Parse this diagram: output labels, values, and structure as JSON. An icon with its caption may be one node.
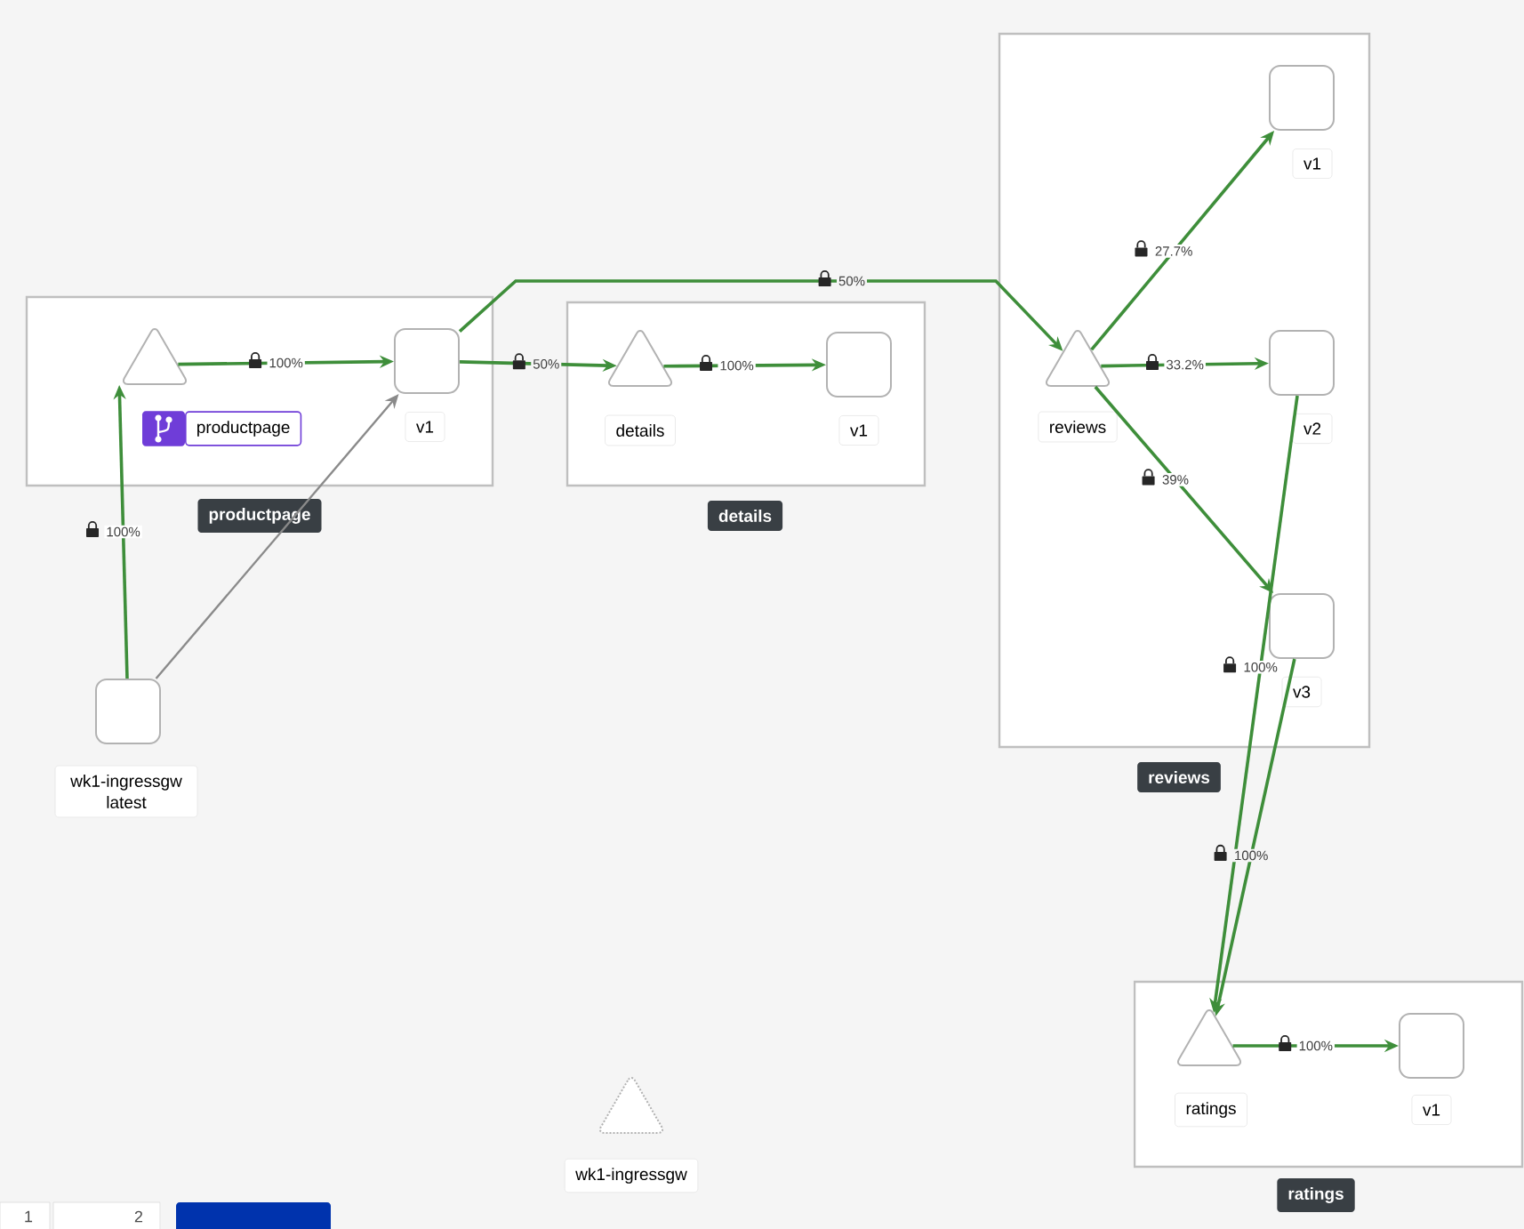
{
  "diagram": {
    "nodes": [
      {
        "text": [
          "productpage"
        ]
      },
      {
        "text": [
          "productpage"
        ],
        "in": 0
      },
      {
        "text": [
          "v1"
        ],
        "in": 0
      },
      {
        "text": [
          "details"
        ]
      },
      {
        "text": [
          "details"
        ],
        "in": 3
      },
      {
        "text": [
          "v1"
        ],
        "in": 3
      },
      {
        "text": [
          "reviews"
        ]
      },
      {
        "text": [
          "reviews"
        ],
        "in": 6
      },
      {
        "text": [
          "v1"
        ],
        "in": 6
      },
      {
        "text": [
          "v2"
        ],
        "in": 6
      },
      {
        "text": [
          "v3"
        ],
        "in": 6
      },
      {
        "text": [
          "wk1-ingressgw latest"
        ]
      },
      {
        "text": [
          "ratings"
        ]
      },
      {
        "text": [
          "ratings"
        ],
        "in": 12
      },
      {
        "text": [
          "v1"
        ],
        "in": 12
      },
      {
        "text": [
          "wk1-ingressgw"
        ]
      }
    ],
    "edges": [
      {
        "from": 11,
        "to": 1,
        "arrow": "to",
        "label": "100%"
      },
      {
        "from": 11,
        "to": 2,
        "arrow": "to",
        "color": "#8a8a8a"
      },
      {
        "from": 1,
        "to": 2,
        "arrow": "to",
        "label": "100%"
      },
      {
        "from": 2,
        "to": 4,
        "arrow": "to",
        "label": "50%"
      },
      {
        "from": 4,
        "to": 5,
        "arrow": "to",
        "label": "100%"
      },
      {
        "from": 2,
        "to": 7,
        "arrow": "to",
        "label": "50%"
      },
      {
        "from": 7,
        "to": 8,
        "arrow": "to",
        "label": "27.7%"
      },
      {
        "from": 7,
        "to": 9,
        "arrow": "to",
        "label": "33.2%"
      },
      {
        "from": 7,
        "to": 10,
        "arrow": "to",
        "label": "39%"
      },
      {
        "from": 9,
        "to": 13,
        "arrow": "to",
        "label": "100%"
      },
      {
        "from": 10,
        "to": 13,
        "arrow": "to",
        "label": "100%"
      },
      {
        "from": 13,
        "to": 14,
        "arrow": "to",
        "label": "100%"
      }
    ],
    "labels": [
      "1",
      "2"
    ]
  }
}
